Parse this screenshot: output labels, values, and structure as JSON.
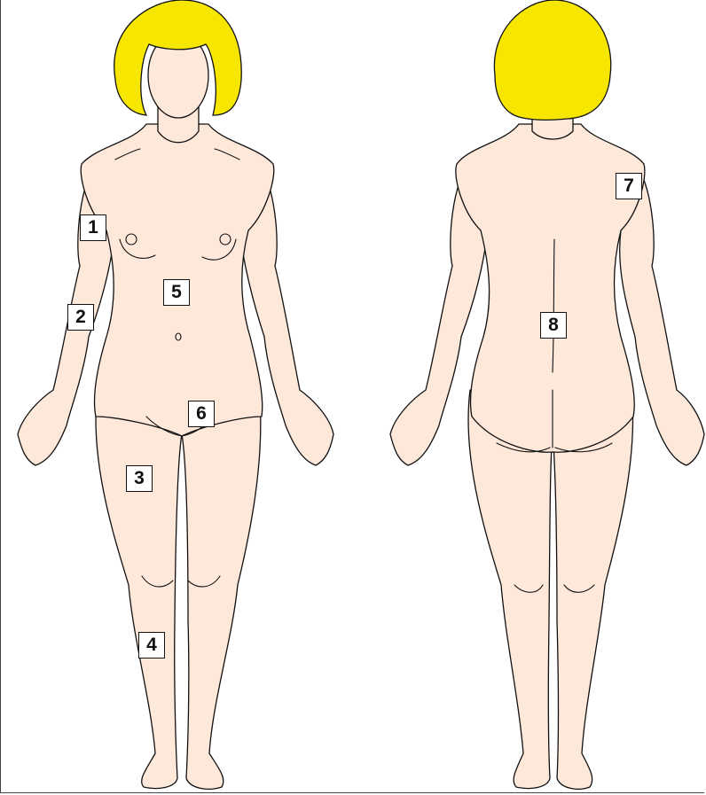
{
  "markers": [
    {
      "id": "1",
      "label": "1"
    },
    {
      "id": "2",
      "label": "2"
    },
    {
      "id": "3",
      "label": "3"
    },
    {
      "id": "4",
      "label": "4"
    },
    {
      "id": "5",
      "label": "5"
    },
    {
      "id": "6",
      "label": "6"
    },
    {
      "id": "7",
      "label": "7"
    },
    {
      "id": "8",
      "label": "8"
    }
  ],
  "colors": {
    "skin": "#fde8da",
    "hair": "#f6e600",
    "outline": "#111111",
    "marker_bg": "#ffffff"
  },
  "views": [
    "front",
    "back"
  ]
}
